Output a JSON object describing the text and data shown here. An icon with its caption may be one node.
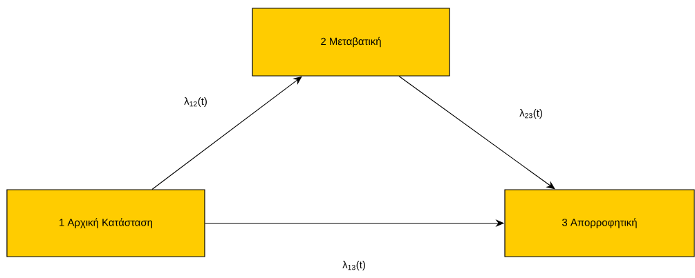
{
  "diagram": {
    "nodes": [
      {
        "text": [
          "1 Αρχική Κατάσταση"
        ]
      },
      {
        "text": [
          "2 Μεταβατική"
        ]
      },
      {
        "text": [
          "3 Απορροφητική"
        ]
      }
    ],
    "edges": [
      {
        "from": 0,
        "to": 1,
        "arrow": "to",
        "label": "λ$_{12}$(t)"
      },
      {
        "from": 1,
        "to": 2,
        "arrow": "to",
        "label": "λ$_{23}$(t)"
      },
      {
        "from": 0,
        "to": 2,
        "arrow": "to",
        "label": "λ$_{13}$(t)"
      }
    ]
  }
}
